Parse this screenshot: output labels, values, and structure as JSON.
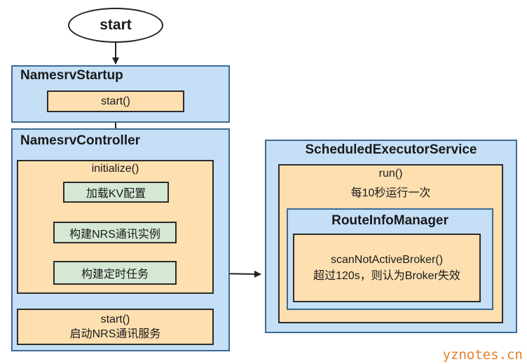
{
  "start_node": "start",
  "namesrv_startup": {
    "title": "NamesrvStartup",
    "call": "start()"
  },
  "namesrv_controller": {
    "title": "NamesrvController",
    "initialize": {
      "label": "initialize()",
      "steps": [
        "加载KV配置",
        "构建NRS通讯实例",
        "构建定时任务"
      ]
    },
    "start": {
      "line1": "start()",
      "line2": "启动NRS通讯服务"
    }
  },
  "scheduled_executor": {
    "title": "ScheduledExecutorService",
    "run_line1": "run()",
    "run_line2": "每10秒运行一次",
    "route_info_manager": {
      "title": "RouteInfoManager",
      "line1": "scanNotActiveBroker()",
      "line2": "超过120s，则认为Broker失效"
    }
  },
  "watermark": "yznotes.cn"
}
